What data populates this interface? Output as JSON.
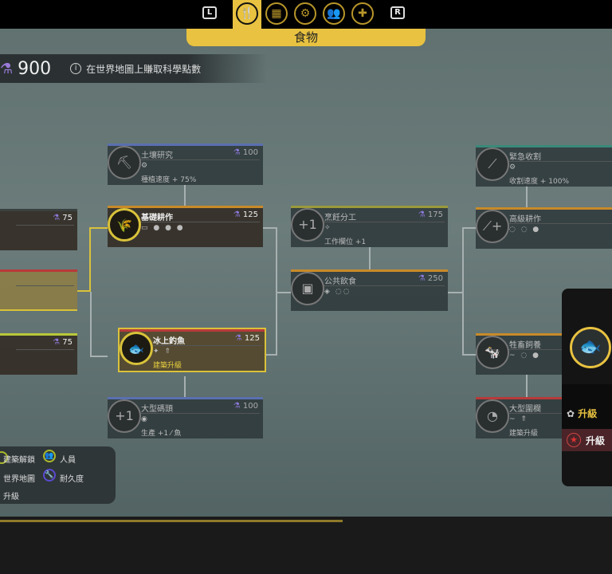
{
  "nav": {
    "left_button": "L",
    "right_button": "R",
    "category_title": "食物",
    "categories": [
      {
        "name": "food",
        "glyph": "🍴"
      },
      {
        "name": "resources",
        "glyph": "▦"
      },
      {
        "name": "industry",
        "glyph": "⚙"
      },
      {
        "name": "people",
        "glyph": "👥"
      },
      {
        "name": "health",
        "glyph": "✚"
      }
    ]
  },
  "science": {
    "points": "900",
    "hint": "在世界地圖上賺取科學點數",
    "icon": "flask-icon"
  },
  "nodes": [
    {
      "id": "soil-research",
      "title": "土壤研究",
      "cost": "100",
      "icons": "⚙",
      "desc": "種植速度 + 75%",
      "glyph": "⛏"
    },
    {
      "id": "basic-farming",
      "title": "基礎耕作",
      "cost": "125",
      "icons": "▭ ● ● ●",
      "desc": "",
      "glyph": "🌾"
    },
    {
      "id": "left-node-a",
      "title": "",
      "cost": "75",
      "icons": "",
      "desc": "%",
      "glyph": ""
    },
    {
      "id": "left-node-b",
      "title": "",
      "cost": "",
      "icons": "",
      "desc": "",
      "glyph": ""
    },
    {
      "id": "left-node-c",
      "title": "",
      "cost": "75",
      "icons": "",
      "desc": "",
      "glyph": ""
    },
    {
      "id": "ice-fishing",
      "title": "冰上釣魚",
      "cost": "125",
      "icons": "✦ ⇑",
      "desc": "建築升級",
      "glyph": "🐟"
    },
    {
      "id": "large-dock",
      "title": "大型碼頭",
      "cost": "100",
      "icons": "◉",
      "desc": "生產 +1 ⁄ 魚",
      "glyph": "+1"
    },
    {
      "id": "cooking-division",
      "title": "烹飪分工",
      "cost": "175",
      "icons": "✧",
      "desc": "工作欄位 +1",
      "glyph": "+1"
    },
    {
      "id": "public-dining",
      "title": "公共飲食",
      "cost": "250",
      "icons": "◈ ◌◌",
      "desc": "",
      "glyph": "▣"
    },
    {
      "id": "emergency-harvest",
      "title": "緊急收割",
      "cost": "",
      "icons": "⚙",
      "desc": "收割速度 + 100%",
      "glyph": "⟋"
    },
    {
      "id": "advanced-farming",
      "title": "高級耕作",
      "cost": "",
      "icons": "◌ ◌ ●",
      "desc": "",
      "glyph": "⟋+"
    },
    {
      "id": "livestock-breeding",
      "title": "牲畜飼養",
      "cost": "",
      "icons": "~ ◌ ●",
      "desc": "",
      "glyph": "🐄"
    },
    {
      "id": "large-pen",
      "title": "大型圍欄",
      "cost": "",
      "icons": "~ ⇑",
      "desc": "建築升級",
      "glyph": "◔"
    }
  ],
  "detail_panel": {
    "upgrade_label_1": "升級",
    "upgrade_label_2": "升級"
  },
  "legend": [
    {
      "label": "建築解鎖"
    },
    {
      "label": "人員"
    },
    {
      "label": "世界地圖"
    },
    {
      "label": "耐久度"
    },
    {
      "label": "升級"
    }
  ],
  "colors": {
    "accent": "#e8c240",
    "science": "#8b78d8"
  }
}
